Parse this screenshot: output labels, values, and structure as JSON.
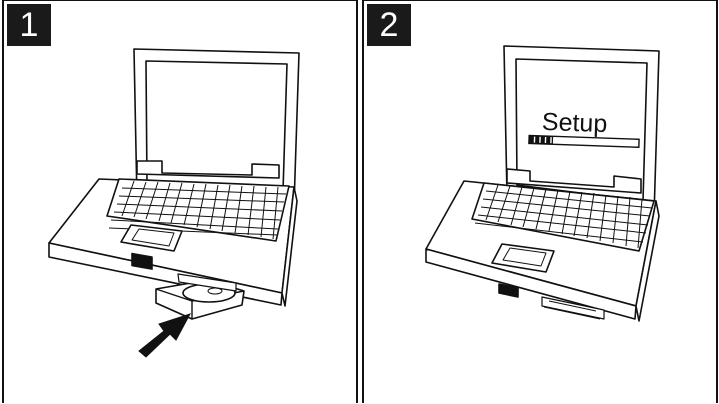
{
  "steps": [
    {
      "number": "1",
      "icon": "laptop-insert-disc-illustration"
    },
    {
      "number": "2",
      "icon": "laptop-setup-progress-illustration"
    }
  ],
  "screen": {
    "label": "Setup",
    "progress": 0.22
  },
  "colors": {
    "ink": "#111111",
    "paper": "#ffffff",
    "badge": "#1a1a1a"
  }
}
